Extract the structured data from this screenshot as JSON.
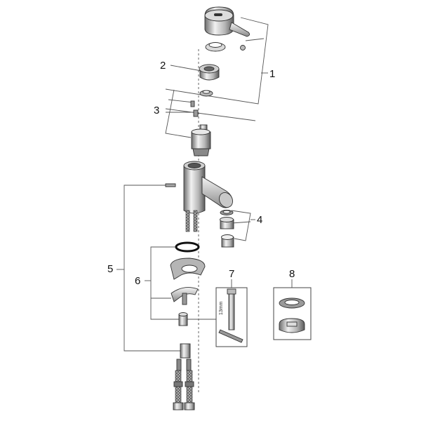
{
  "diagram": {
    "callouts": [
      {
        "id": "1",
        "label": "1"
      },
      {
        "id": "2",
        "label": "2"
      },
      {
        "id": "3",
        "label": "3"
      },
      {
        "id": "4",
        "label": "4"
      },
      {
        "id": "5",
        "label": "5"
      },
      {
        "id": "6",
        "label": "6"
      },
      {
        "id": "7",
        "label": "7"
      },
      {
        "id": "8",
        "label": "8"
      }
    ],
    "tool_label": "13mm"
  },
  "colors": {
    "line": "#555555",
    "metal_light": "#e4e4e4",
    "metal_mid": "#9a9a9a",
    "metal_dark": "#444444"
  }
}
